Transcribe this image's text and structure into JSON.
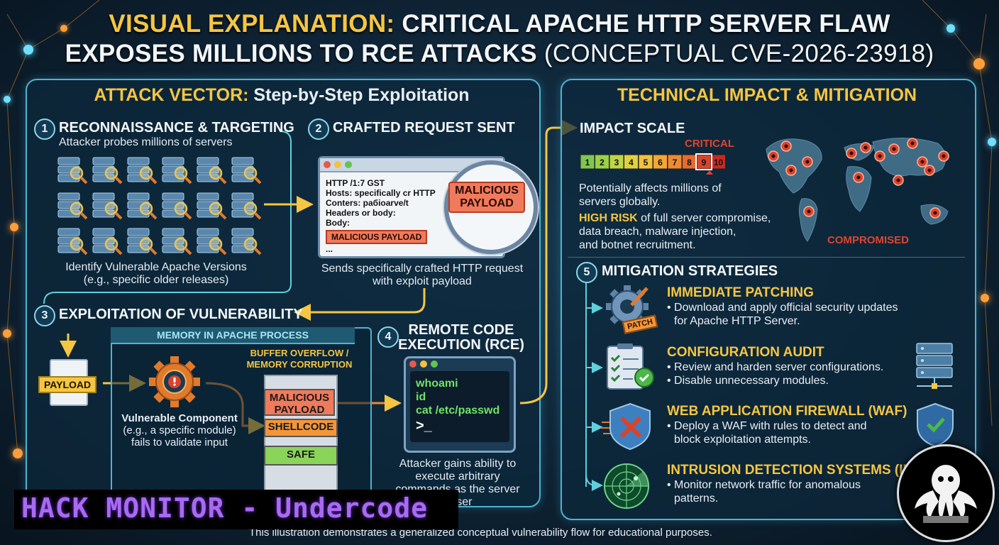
{
  "title": {
    "line1_highlight": "VISUAL EXPLANATION:",
    "line1_rest": "CRITICAL APACHE HTTP SERVER FLAW",
    "line2_main": "EXPOSES MILLIONS TO RCE ATTACKS",
    "line2_light": "(CONCEPTUAL CVE-2026-23918)"
  },
  "left_panel": {
    "title_highlight": "ATTACK VECTOR:",
    "title_rest": "Step-by-Step Exploitation",
    "step1": {
      "num": "1",
      "title": "RECONNAISSANCE & TARGETING",
      "subtitle": "Attacker probes millions of servers",
      "caption_line1": "Identify Vulnerable Apache Versions",
      "caption_line2": "(e.g., specific older releases)"
    },
    "step2": {
      "num": "2",
      "title": "CRAFTED REQUEST SENT",
      "request_lines": [
        "HTTP /1:7 GST",
        "Hosts: specifically cr HTTP",
        "Conters: paбioarve/t",
        "Headers or body:",
        "Body:"
      ],
      "payload_tag": "MALICIOUS PAYLOAD",
      "ellipsis": "...",
      "magnifier_line1": "MALICIOUS",
      "magnifier_line2": "PAYLOAD",
      "caption_line1": "Sends specifically crafted HTTP request",
      "caption_line2": "with exploit payload"
    },
    "step3": {
      "num": "3",
      "title": "EXPLOITATION OF VULNERABILITY",
      "memory_title": "MEMORY IN APACHE PROCESS",
      "payload_label": "PAYLOAD",
      "overflow_line1": "BUFFER OVERFLOW /",
      "overflow_line2": "MEMORY CORRUPTION",
      "stack_malicious_line1": "MALICIOUS",
      "stack_malicious_line2": "PAYLOAD",
      "stack_shellcode": "SHELLCODE",
      "stack_safe": "SAFE",
      "component_title": "Vulnerable Component",
      "component_line2": "(e.g., a specific module)",
      "component_line3": "fails to validate input"
    },
    "step4": {
      "num": "4",
      "title_line1": "REMOTE CODE",
      "title_line2": "EXECUTION (RCE)",
      "commands": [
        "whoami",
        "id",
        "cat /etc/passwd"
      ],
      "prompt": ">_",
      "caption_line1": "Attacker gains ability to",
      "caption_line2": "execute arbitrary",
      "caption_line3": "commands as the server",
      "caption_line4": "r user"
    }
  },
  "right_panel": {
    "title": "TECHNICAL IMPACT & MITIGATION",
    "impact": {
      "title": "IMPACT SCALE",
      "critical_label": "CRITICAL",
      "scale": [
        "1",
        "2",
        "3",
        "4",
        "5",
        "6",
        "7",
        "8",
        "9",
        "10"
      ],
      "scale_colors": [
        "#7ec850",
        "#9ad04a",
        "#bfd647",
        "#e0d23f",
        "#f2c23a",
        "#f3a736",
        "#ef8a33",
        "#e86a2e",
        "#d9432a",
        "#c62a24"
      ],
      "selected_level": 9,
      "line1": "Potentially affects millions of",
      "line2": "servers globally.",
      "high_risk": "HIGH RISK",
      "line3_rest": "of full server compromise,",
      "line4": "data breach, malware injection,",
      "line5": "and botnet recruitment.",
      "map_label": "COMPROMISED"
    },
    "mitigation": {
      "num": "5",
      "title": "MITIGATION STRATEGIES",
      "patch_tag": "PATCH",
      "items": [
        {
          "title": "IMMEDIATE PATCHING",
          "line1": "• Download and apply official security updates",
          "line2": "for Apache HTTP Server."
        },
        {
          "title": "CONFIGURATION AUDIT",
          "line1": "• Review and harden server configurations.",
          "line2": "• Disable unnecessary modules."
        },
        {
          "title": "WEB APPLICATION FIREWALL (WAF)",
          "line1": "• Deploy a WAF with rules to detect and",
          "line2": "block exploitation attempts."
        },
        {
          "title": "INTRUSION DETECTION SYSTEMS (IDS",
          "line1": "• Monitor network traffic for anomalous",
          "line2": "patterns."
        }
      ]
    }
  },
  "footer": "This illustration demonstrates a generalized conceptual vulnerability flow for educational purposes.",
  "watermark": "HACK MONITOR - Undercode",
  "colors": {
    "accent_yellow": "#f5c642",
    "panel_border": "#4fb3cf",
    "danger": "#e0432e",
    "watermark_purple": "#a86bf0"
  }
}
